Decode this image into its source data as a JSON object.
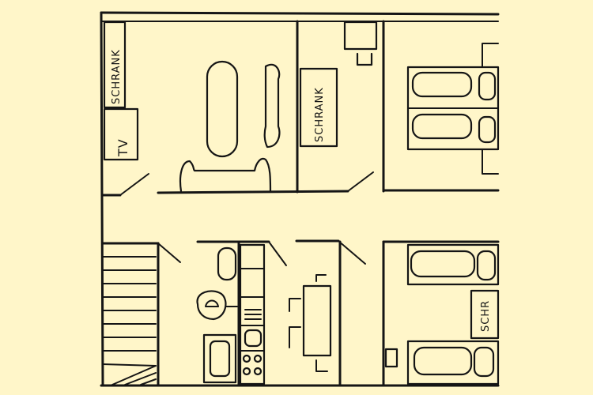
{
  "labels": {
    "wardrobe_living": "SCHRANK",
    "tv": "TV",
    "wardrobe_hall": "SCHRANK",
    "wardrobe_bedroom": "SCHR"
  },
  "colors": {
    "background": "#fff6c9",
    "ink": "#151515"
  }
}
